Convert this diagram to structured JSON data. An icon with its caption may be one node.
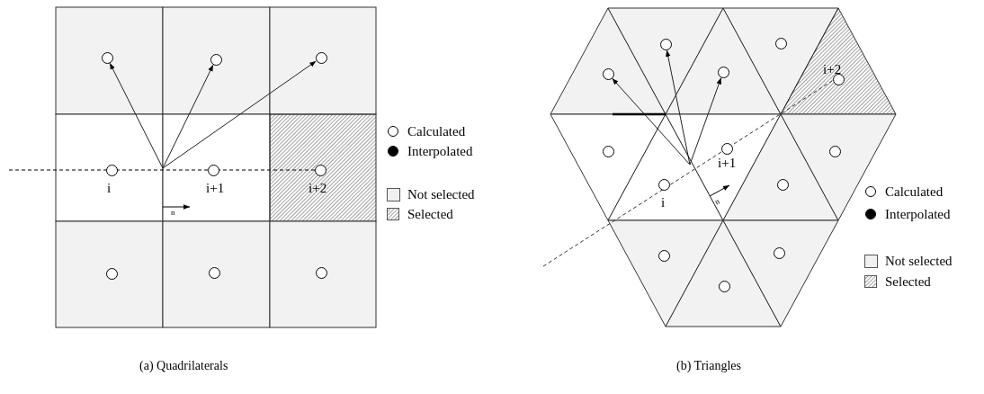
{
  "diagram": {
    "nodes": [
      {
        "text": [],
        "shape": "circle"
      },
      {
        "text": [],
        "shape": "circle"
      },
      {
        "text": [],
        "shape": "circle"
      },
      {
        "text": [],
        "shape": "circle",
        "beside": [
          "i"
        ]
      },
      {
        "text": [],
        "shape": "circle",
        "beside": [
          "i+1"
        ]
      },
      {
        "text": [],
        "shape": "circle",
        "beside": [
          "i+2"
        ]
      },
      {
        "text": [],
        "shape": "circle"
      },
      {
        "text": [],
        "shape": "circle"
      },
      {
        "text": [],
        "shape": "circle"
      },
      {
        "text": [],
        "shape": "circle"
      },
      {
        "text": [],
        "shape": "circle"
      },
      {
        "text": [],
        "shape": "circle"
      },
      {
        "text": [],
        "shape": "circle"
      },
      {
        "text": [],
        "shape": "circle",
        "beside": [
          "i+2"
        ]
      },
      {
        "text": [],
        "shape": "circle"
      },
      {
        "text": [],
        "shape": "circle",
        "beside": [
          "i+1"
        ]
      },
      {
        "text": [],
        "shape": "circle"
      },
      {
        "text": [],
        "shape": "circle",
        "beside": [
          "i"
        ]
      },
      {
        "text": [],
        "shape": "circle"
      },
      {
        "text": [],
        "shape": "circle"
      },
      {
        "text": [],
        "shape": "circle"
      },
      {
        "text": [],
        "shape": "circle"
      }
    ],
    "edges": [
      {
        "from": null,
        "to": 0,
        "arrow": "to"
      },
      {
        "from": null,
        "to": 1,
        "arrow": "to"
      },
      {
        "from": null,
        "to": 2,
        "arrow": "to"
      },
      {
        "from": null,
        "to": 9,
        "arrow": "to"
      },
      {
        "from": null,
        "to": 10,
        "arrow": "to"
      },
      {
        "from": null,
        "to": 11,
        "arrow": "to"
      }
    ],
    "labels": [
      "n",
      "(a) Quadrilaterals",
      "n",
      "(b) Triangles"
    ],
    "legend": [
      {
        "text": "Calculated"
      },
      {
        "text": "Interpolated"
      },
      {
        "text": "Not selected",
        "color": "#f0f0f0"
      },
      {
        "text": "Selected"
      },
      {
        "text": "Calculated"
      },
      {
        "text": "Interpolated"
      },
      {
        "text": "Not selected",
        "color": "#f0f0f0"
      },
      {
        "text": "Selected"
      }
    ]
  }
}
